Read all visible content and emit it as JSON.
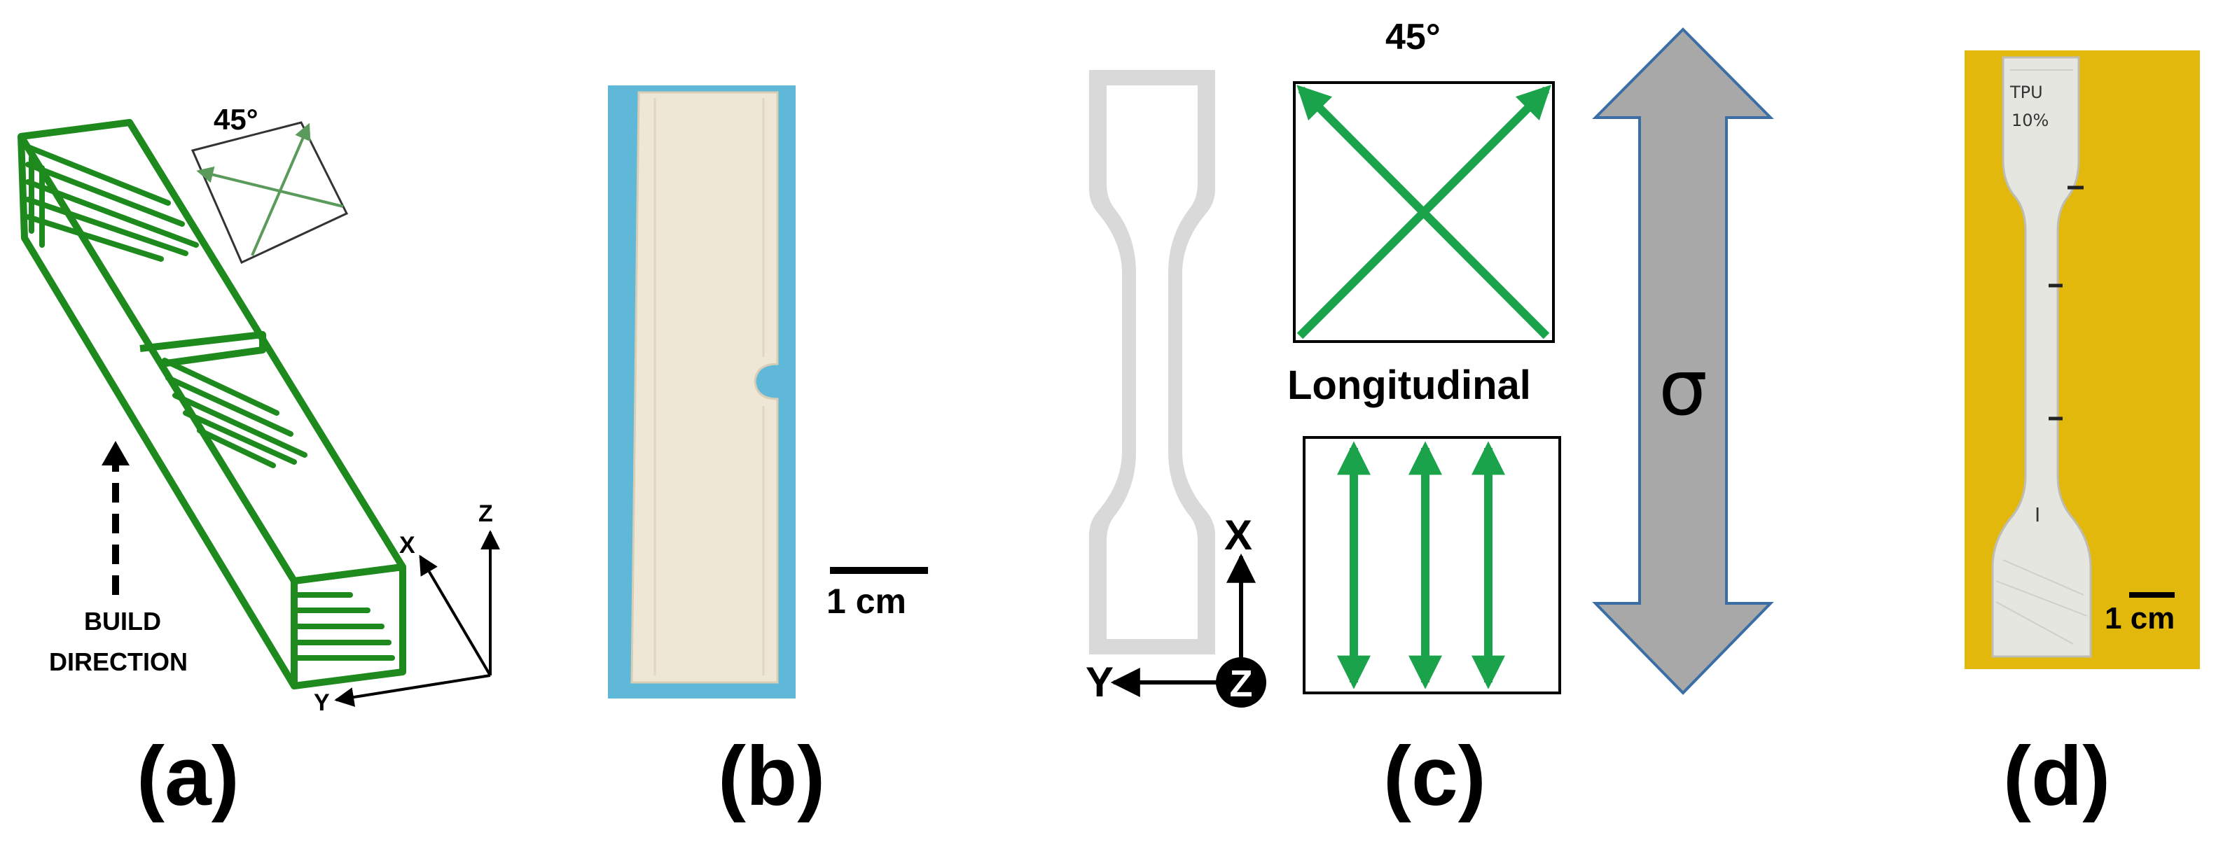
{
  "panels": {
    "a": {
      "label": "(a)",
      "angle_label": "45°",
      "build_direction_line1": "BUILD",
      "build_direction_line2": "DIRECTION",
      "axis_x": "X",
      "axis_y": "Y",
      "axis_z": "Z"
    },
    "b": {
      "label": "(b)",
      "scale_label": "1 cm"
    },
    "c": {
      "label": "(c)",
      "angle_label": "45°",
      "longitudinal_label": "Longitudinal",
      "stress_symbol": "σ",
      "axis_x": "X",
      "axis_y": "Y",
      "axis_z": "Z"
    },
    "d": {
      "label": "(d)",
      "scale_label": "1 cm",
      "handwritten_line1": "TPU",
      "handwritten_line2": "10%",
      "handwritten_mark": "I"
    }
  },
  "colors": {
    "raster_green": "#1e8a1e",
    "print_green": "#1aa34a",
    "photo_blue_bg": "#5fb8d8",
    "photo_yellow_bg": "#e2b80c",
    "specimen_cream": "#efe7d6",
    "arrow_gray": "#a8a8a8",
    "arrow_outline": "#3b6ea5",
    "gauge_gray": "#d9d9d9"
  }
}
